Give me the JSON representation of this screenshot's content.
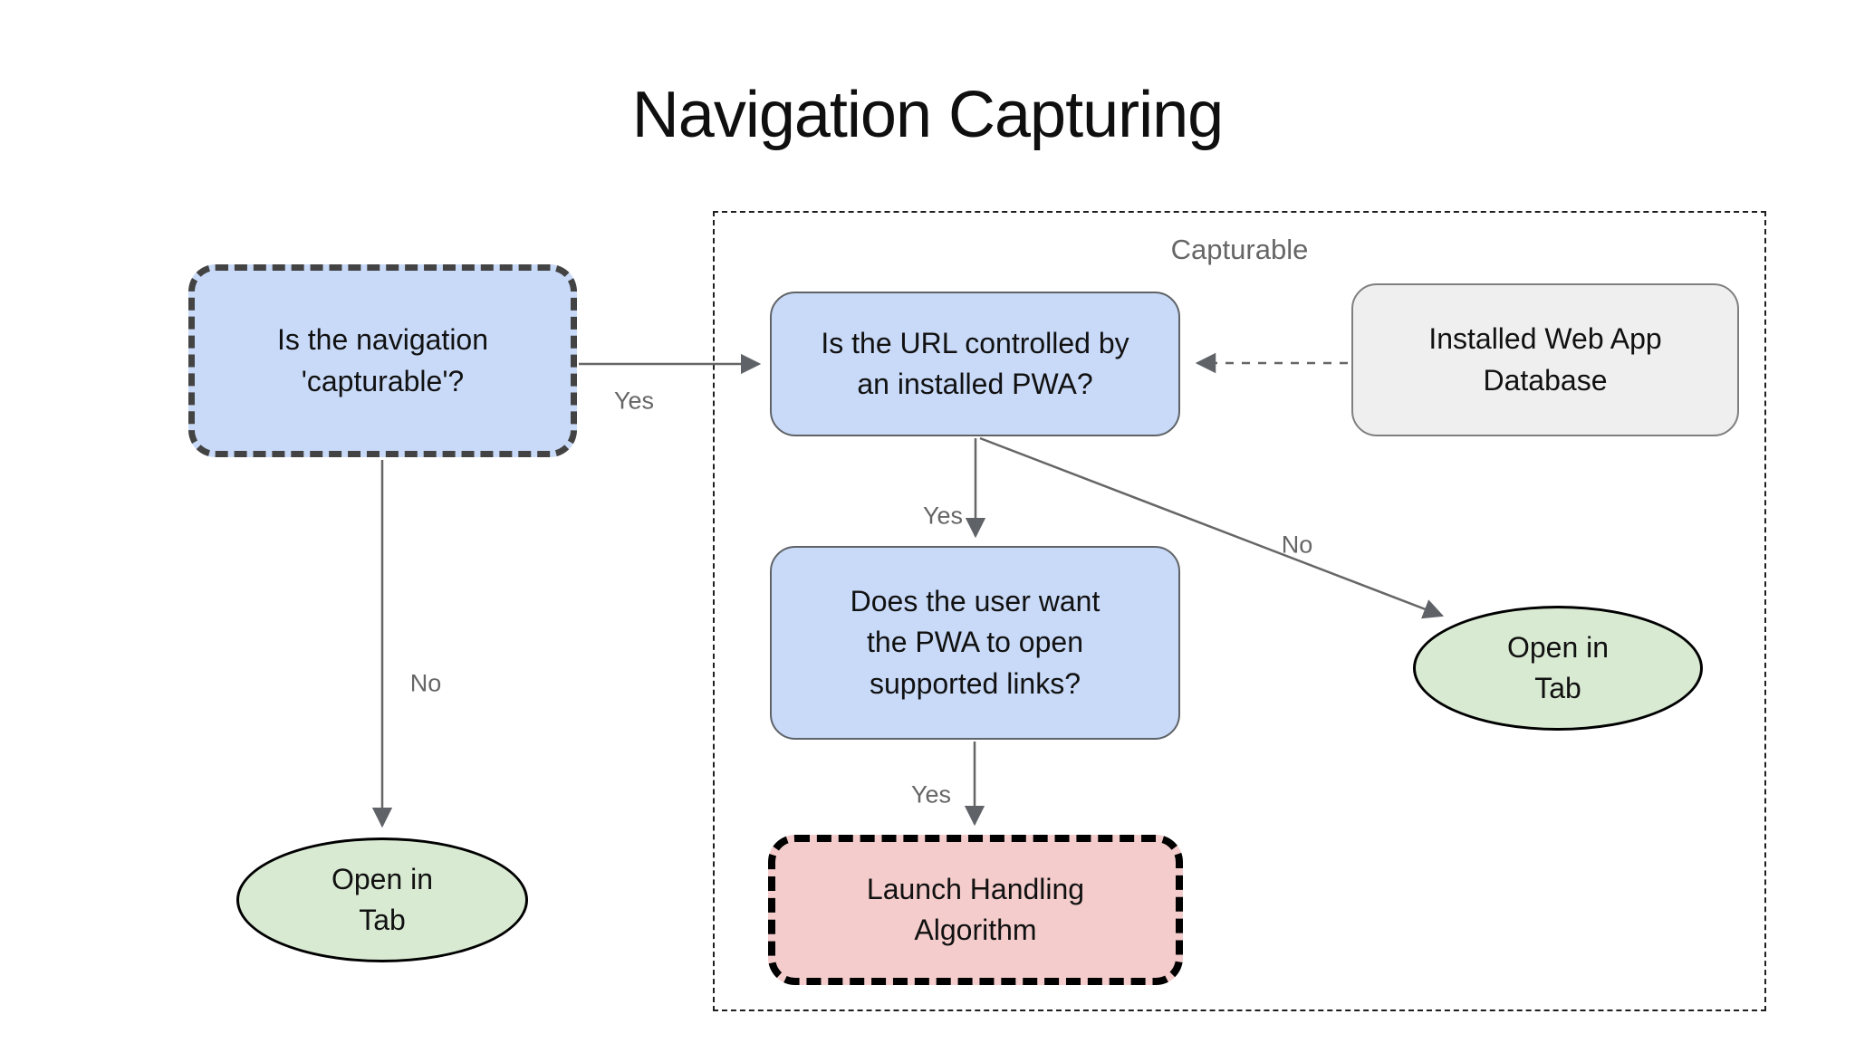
{
  "title": "Navigation Capturing",
  "group": {
    "label": "Capturable"
  },
  "nodes": {
    "nav_question": {
      "text": "Is the navigation 'capturable'?"
    },
    "url_question": {
      "text": "Is the URL controlled by an installed PWA?"
    },
    "database": {
      "text": "Installed Web App Database"
    },
    "user_want_question": {
      "text": "Does the user want the PWA to open supported links?"
    },
    "launch_handling": {
      "text": "Launch Handling Algorithm"
    },
    "open_in_tab_left": {
      "text": "Open in Tab"
    },
    "open_in_tab_right": {
      "text": "Open in Tab"
    }
  },
  "edge_labels": {
    "nav_yes": "Yes",
    "nav_no": "No",
    "url_yes": "Yes",
    "url_no": "No",
    "want_yes": "Yes"
  },
  "colors": {
    "decision_fill": "#c9daf8",
    "terminal_fill": "#d9ead3",
    "launch_fill": "#f4cccc",
    "database_fill": "#efefef",
    "dashed_node_border": "#434343",
    "launch_border": "#000000",
    "connector_gray": "#666666",
    "label_gray": "#666666",
    "title_color": "#0f0f0f"
  }
}
